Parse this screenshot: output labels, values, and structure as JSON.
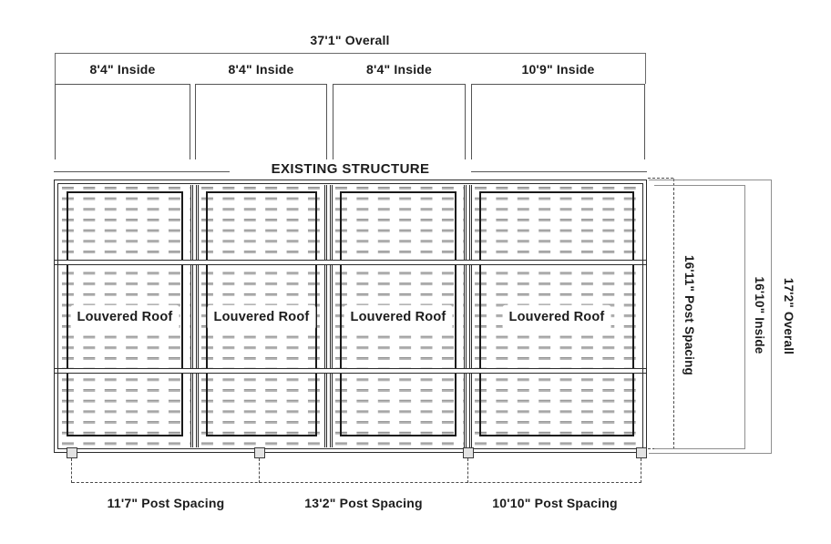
{
  "drawing": {
    "existing_structure_label": "EXISTING STRUCTURE",
    "overall_width_label": "37'1\" Overall",
    "bays": [
      {
        "inside_label": "8'4\" Inside",
        "roof_label": "Louvered Roof"
      },
      {
        "inside_label": "8'4\" Inside",
        "roof_label": "Louvered Roof"
      },
      {
        "inside_label": "8'4\" Inside",
        "roof_label": "Louvered Roof"
      },
      {
        "inside_label": "10'9\" Inside",
        "roof_label": "Louvered Roof"
      }
    ],
    "post_spacing_labels": [
      "11'7\" Post Spacing",
      "13'2\" Post Spacing",
      "10'10\" Post Spacing"
    ],
    "right_dimensions": {
      "post_spacing_label": "16'11\" Post Spacing",
      "inside_label": "16'10\" Inside",
      "overall_label": "17'2\" Overall"
    },
    "colors": {
      "background": "#ffffff",
      "structure_line": "#2b2b2b",
      "panel_line": "#1a1a1a",
      "secondary_line": "#565656",
      "dimension_bracket_line": "#8f8f8f",
      "dashed_leader_line": "#4a4a4a",
      "louver_dash": "#a8a8a8",
      "text": "#1c1c1c",
      "post_fill": "#e3e3e3"
    }
  }
}
